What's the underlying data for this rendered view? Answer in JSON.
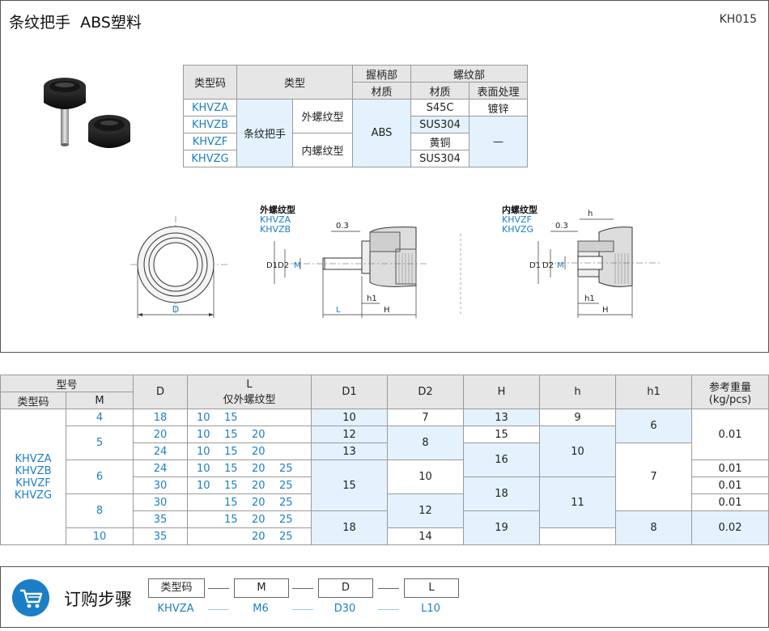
{
  "header": {
    "title": "条纹把手  ABS塑料",
    "code": "KH015"
  },
  "spec": {
    "h_type_code": "类型码",
    "h_type": "类型",
    "h_grip": "握柄部",
    "h_thread": "螺纹部",
    "h_material": "材质",
    "h_thread_material": "材质",
    "h_surface": "表面处理",
    "codes": [
      "KHVZA",
      "KHVZB",
      "KHVZF",
      "KHVZG"
    ],
    "type_name": "条纹把手",
    "male": "外螺纹型",
    "female": "内螺纹型",
    "grip_material": "ABS",
    "thread_materials": [
      "S45C",
      "SUS304",
      "黄铜",
      "SUS304"
    ],
    "surface_1": "镀锌",
    "surface_2": "—"
  },
  "diagrams": {
    "front_d": "D",
    "male_title": "外螺纹型",
    "male_codes": [
      "KHVZA",
      "KHVZB"
    ],
    "female_title": "内螺纹型",
    "female_codes": [
      "KHVZF",
      "KHVZG"
    ],
    "dim_03": "0.3",
    "dim_h": "h",
    "dim_h1": "h1",
    "dim_H": "H",
    "dim_L": "L",
    "dim_D1": "D1",
    "dim_D2": "D2",
    "dim_M": "M"
  },
  "dims": {
    "h_model": "型号",
    "h_type_code": "类型码",
    "h_M": "M",
    "h_D": "D",
    "h_L": "L",
    "h_L_note": "仅外螺纹型",
    "h_D1": "D1",
    "h_D2": "D2",
    "h_H": "H",
    "h_h": "h",
    "h_h1": "h1",
    "h_weight": "参考重量",
    "h_weight_unit": "(kg/pcs)",
    "codes": [
      "KHVZA",
      "KHVZB",
      "KHVZF",
      "KHVZG"
    ],
    "M": [
      "4",
      "5",
      "6",
      "8",
      "10"
    ],
    "D": [
      "18",
      "20",
      "24",
      "24",
      "30",
      "30",
      "35",
      "35"
    ],
    "L": [
      [
        "10",
        "15",
        "",
        ""
      ],
      [
        "10",
        "15",
        "20",
        ""
      ],
      [
        "10",
        "15",
        "20",
        ""
      ],
      [
        "10",
        "15",
        "20",
        "25"
      ],
      [
        "10",
        "15",
        "20",
        "25"
      ],
      [
        "",
        "15",
        "20",
        "25"
      ],
      [
        "",
        "15",
        "20",
        "25"
      ],
      [
        "",
        "",
        "20",
        "25"
      ]
    ],
    "D1": [
      "10",
      "12",
      "13",
      "15",
      "18"
    ],
    "D2": [
      "7",
      "8",
      "10",
      "12",
      "14"
    ],
    "H": [
      "13",
      "15",
      "16",
      "18",
      "19"
    ],
    "h": [
      "9",
      "10",
      "11"
    ],
    "h1": [
      "6",
      "7",
      "8"
    ],
    "weight": [
      "0.01",
      "0.01",
      "0.01",
      "0.01",
      "0.02"
    ]
  },
  "order": {
    "title": "订购步骤",
    "fields": [
      "类型码",
      "M",
      "D",
      "L"
    ],
    "values": [
      "KHVZA",
      "M6",
      "D30",
      "L10"
    ]
  },
  "colors": {
    "accent": "#1a7fc6",
    "light_blue": "#e3f2fc",
    "header_gray": "#e6e6e6"
  }
}
